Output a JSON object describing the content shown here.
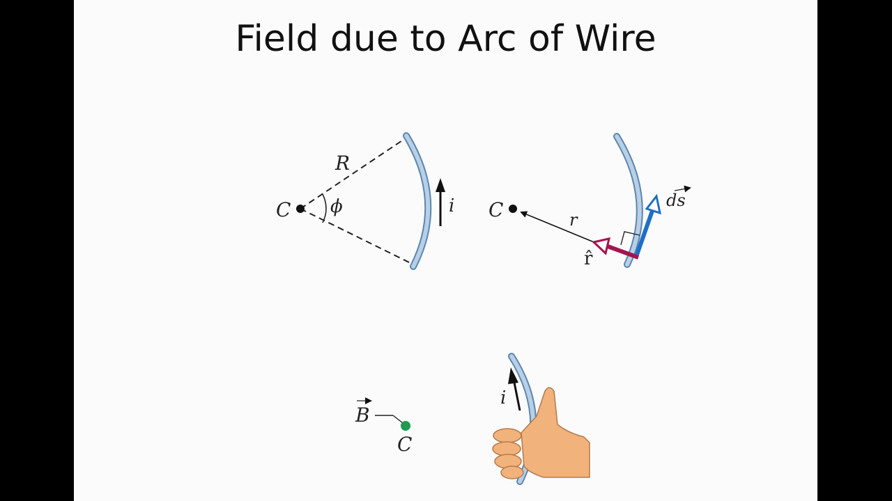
{
  "slide": {
    "title": "Field due to Arc of Wire"
  },
  "diagram_left": {
    "label_R": "R",
    "label_C": "C",
    "label_phi": "ϕ",
    "label_i": "i"
  },
  "diagram_right": {
    "label_C": "C",
    "label_r": "r",
    "label_rhat": "r̂",
    "label_ds": "ds"
  },
  "diagram_bottom": {
    "label_B": "B",
    "label_C": "C",
    "label_i": "i"
  },
  "colors": {
    "wire": "#8fb4d6",
    "wire_edge": "#5d86ad",
    "ds_arrow": "#1f6fc4",
    "rhat_arrow": "#a3154f",
    "point_B": "#1e9a52",
    "hand": "#f2b27c"
  }
}
